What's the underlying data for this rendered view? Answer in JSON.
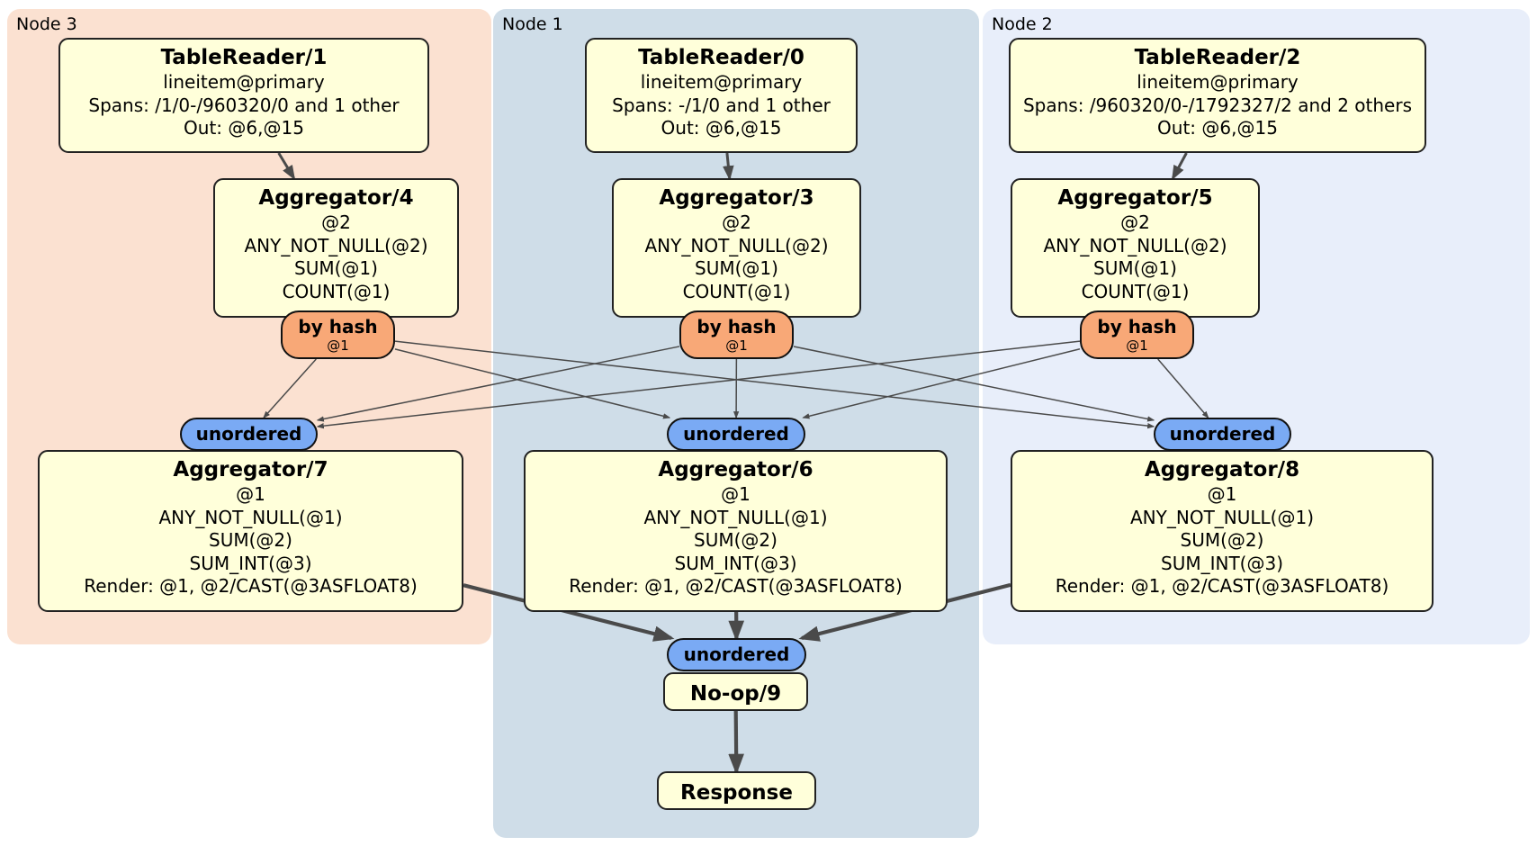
{
  "diagram": {
    "kind": "distributed-sql-plan"
  },
  "groups": {
    "node3": {
      "label": "Node 3"
    },
    "node1": {
      "label": "Node 1"
    },
    "node2": {
      "label": "Node 2"
    }
  },
  "nodes": {
    "tr1": {
      "title": "TableReader/1",
      "lines": [
        "lineitem@primary",
        "Spans: /1/0-/960320/0 and 1 other",
        "Out: @6,@15"
      ]
    },
    "tr0": {
      "title": "TableReader/0",
      "lines": [
        "lineitem@primary",
        "Spans: -/1/0 and 1 other",
        "Out: @6,@15"
      ]
    },
    "tr2": {
      "title": "TableReader/2",
      "lines": [
        "lineitem@primary",
        "Spans: /960320/0-/1792327/2 and 2 others",
        "Out: @6,@15"
      ]
    },
    "agg4": {
      "title": "Aggregator/4",
      "lines": [
        "@2",
        "ANY_NOT_NULL(@2)",
        "SUM(@1)",
        "COUNT(@1)"
      ]
    },
    "agg3": {
      "title": "Aggregator/3",
      "lines": [
        "@2",
        "ANY_NOT_NULL(@2)",
        "SUM(@1)",
        "COUNT(@1)"
      ]
    },
    "agg5": {
      "title": "Aggregator/5",
      "lines": [
        "@2",
        "ANY_NOT_NULL(@2)",
        "SUM(@1)",
        "COUNT(@1)"
      ]
    },
    "byhash4": {
      "title": "by hash",
      "sub": "@1"
    },
    "byhash3": {
      "title": "by hash",
      "sub": "@1"
    },
    "byhash5": {
      "title": "by hash",
      "sub": "@1"
    },
    "u7": {
      "title": "unordered"
    },
    "u6": {
      "title": "unordered"
    },
    "u8": {
      "title": "unordered"
    },
    "agg7": {
      "title": "Aggregator/7",
      "lines": [
        "@1",
        "ANY_NOT_NULL(@1)",
        "SUM(@2)",
        "SUM_INT(@3)",
        "Render: @1, @2/CAST(@3ASFLOAT8)"
      ]
    },
    "agg6": {
      "title": "Aggregator/6",
      "lines": [
        "@1",
        "ANY_NOT_NULL(@1)",
        "SUM(@2)",
        "SUM_INT(@3)",
        "Render: @1, @2/CAST(@3ASFLOAT8)"
      ]
    },
    "agg8": {
      "title": "Aggregator/8",
      "lines": [
        "@1",
        "ANY_NOT_NULL(@1)",
        "SUM(@2)",
        "SUM_INT(@3)",
        "Render: @1, @2/CAST(@3ASFLOAT8)"
      ]
    },
    "ufinal": {
      "title": "unordered"
    },
    "noop9": {
      "title": "No-op/9"
    },
    "response": {
      "title": "Response"
    }
  },
  "edges": [
    {
      "from": "tr1",
      "to": "agg4",
      "width": 3
    },
    {
      "from": "tr0",
      "to": "agg3",
      "width": 3
    },
    {
      "from": "tr2",
      "to": "agg5",
      "width": 3
    },
    {
      "from": "byhash4",
      "to": "u7",
      "width": 1.5
    },
    {
      "from": "byhash4",
      "to": "u6",
      "width": 1.5
    },
    {
      "from": "byhash4",
      "to": "u8",
      "width": 1.5
    },
    {
      "from": "byhash3",
      "to": "u7",
      "width": 1.5
    },
    {
      "from": "byhash3",
      "to": "u6",
      "width": 1.5
    },
    {
      "from": "byhash3",
      "to": "u8",
      "width": 1.5
    },
    {
      "from": "byhash5",
      "to": "u7",
      "width": 1.5
    },
    {
      "from": "byhash5",
      "to": "u6",
      "width": 1.5
    },
    {
      "from": "byhash5",
      "to": "u8",
      "width": 1.5
    },
    {
      "from": "agg7",
      "to": "ufinal",
      "width": 4.2
    },
    {
      "from": "agg6",
      "to": "ufinal",
      "width": 4.2
    },
    {
      "from": "agg8",
      "to": "ufinal",
      "width": 4.2
    },
    {
      "from": "noop9",
      "to": "response",
      "width": 4.2
    }
  ],
  "colors": {
    "node3_bg": "#fbe1d1",
    "node1_bg": "#cfdde8",
    "node2_bg": "#e8eefa",
    "processor_bg": "#ffffda",
    "router_bg": "#f8a877",
    "stream_bg": "#7aaaf4",
    "edge": "#4a4a4a"
  }
}
